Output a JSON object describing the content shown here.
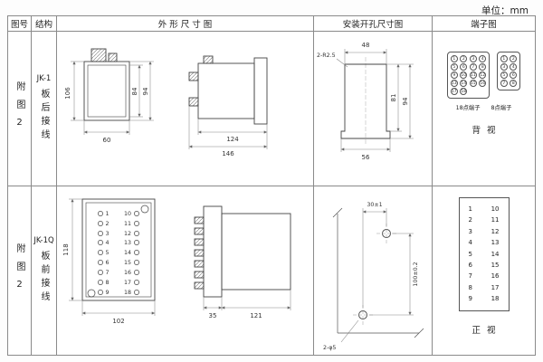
{
  "unit_label": "单位：mm",
  "headers": {
    "fig_no": "图号",
    "structure": "结构",
    "outline": "外 形 尺 寸 图",
    "install": "安装开孔尺寸图",
    "terminal": "端子图"
  },
  "rows": [
    {
      "fig_no": "附图2",
      "model": "JK-1",
      "wiring": "板后接线",
      "outline": {
        "height_overall": "106",
        "height_case": "84",
        "height_flange": "94",
        "width_bottom": "60",
        "depth_case": "124",
        "depth_overall": "146"
      },
      "install": {
        "corner_note": "2-R2.5",
        "width_top": "48",
        "height_inner": "81",
        "height_overall": "94",
        "width_bottom": "56"
      },
      "terminal": {
        "block18_label": "18点端子",
        "block8_label": "8点端子",
        "view": "背视",
        "points18": [
          "1",
          "2",
          "3",
          "4",
          "5",
          "6",
          "7",
          "8",
          "9",
          "10",
          "11",
          "12",
          "13",
          "14",
          "15",
          "16",
          "17",
          "18"
        ],
        "points8": [
          "1",
          "2",
          "3",
          "4",
          "5",
          "6",
          "7",
          "8"
        ]
      }
    },
    {
      "fig_no": "附图2",
      "model": "JK-1Q",
      "wiring": "板前接线",
      "outline": {
        "height": "118",
        "width": "102",
        "depth_front": "35",
        "depth_body": "121",
        "terms_left": [
          "1",
          "2",
          "3",
          "4",
          "5",
          "6",
          "7",
          "8",
          "9"
        ],
        "terms_right": [
          "10",
          "11",
          "12",
          "13",
          "14",
          "15",
          "16",
          "17",
          "18"
        ]
      },
      "install": {
        "hole_spacing_h": "30±1",
        "hole_spacing_v": "100±0.2",
        "holes_note": "2-φ5"
      },
      "terminal": {
        "view": "正视",
        "pairs_left": [
          "1",
          "2",
          "3",
          "4",
          "5",
          "6",
          "7",
          "8",
          "9"
        ],
        "pairs_right": [
          "10",
          "11",
          "12",
          "13",
          "14",
          "15",
          "16",
          "17",
          "18"
        ]
      }
    }
  ]
}
